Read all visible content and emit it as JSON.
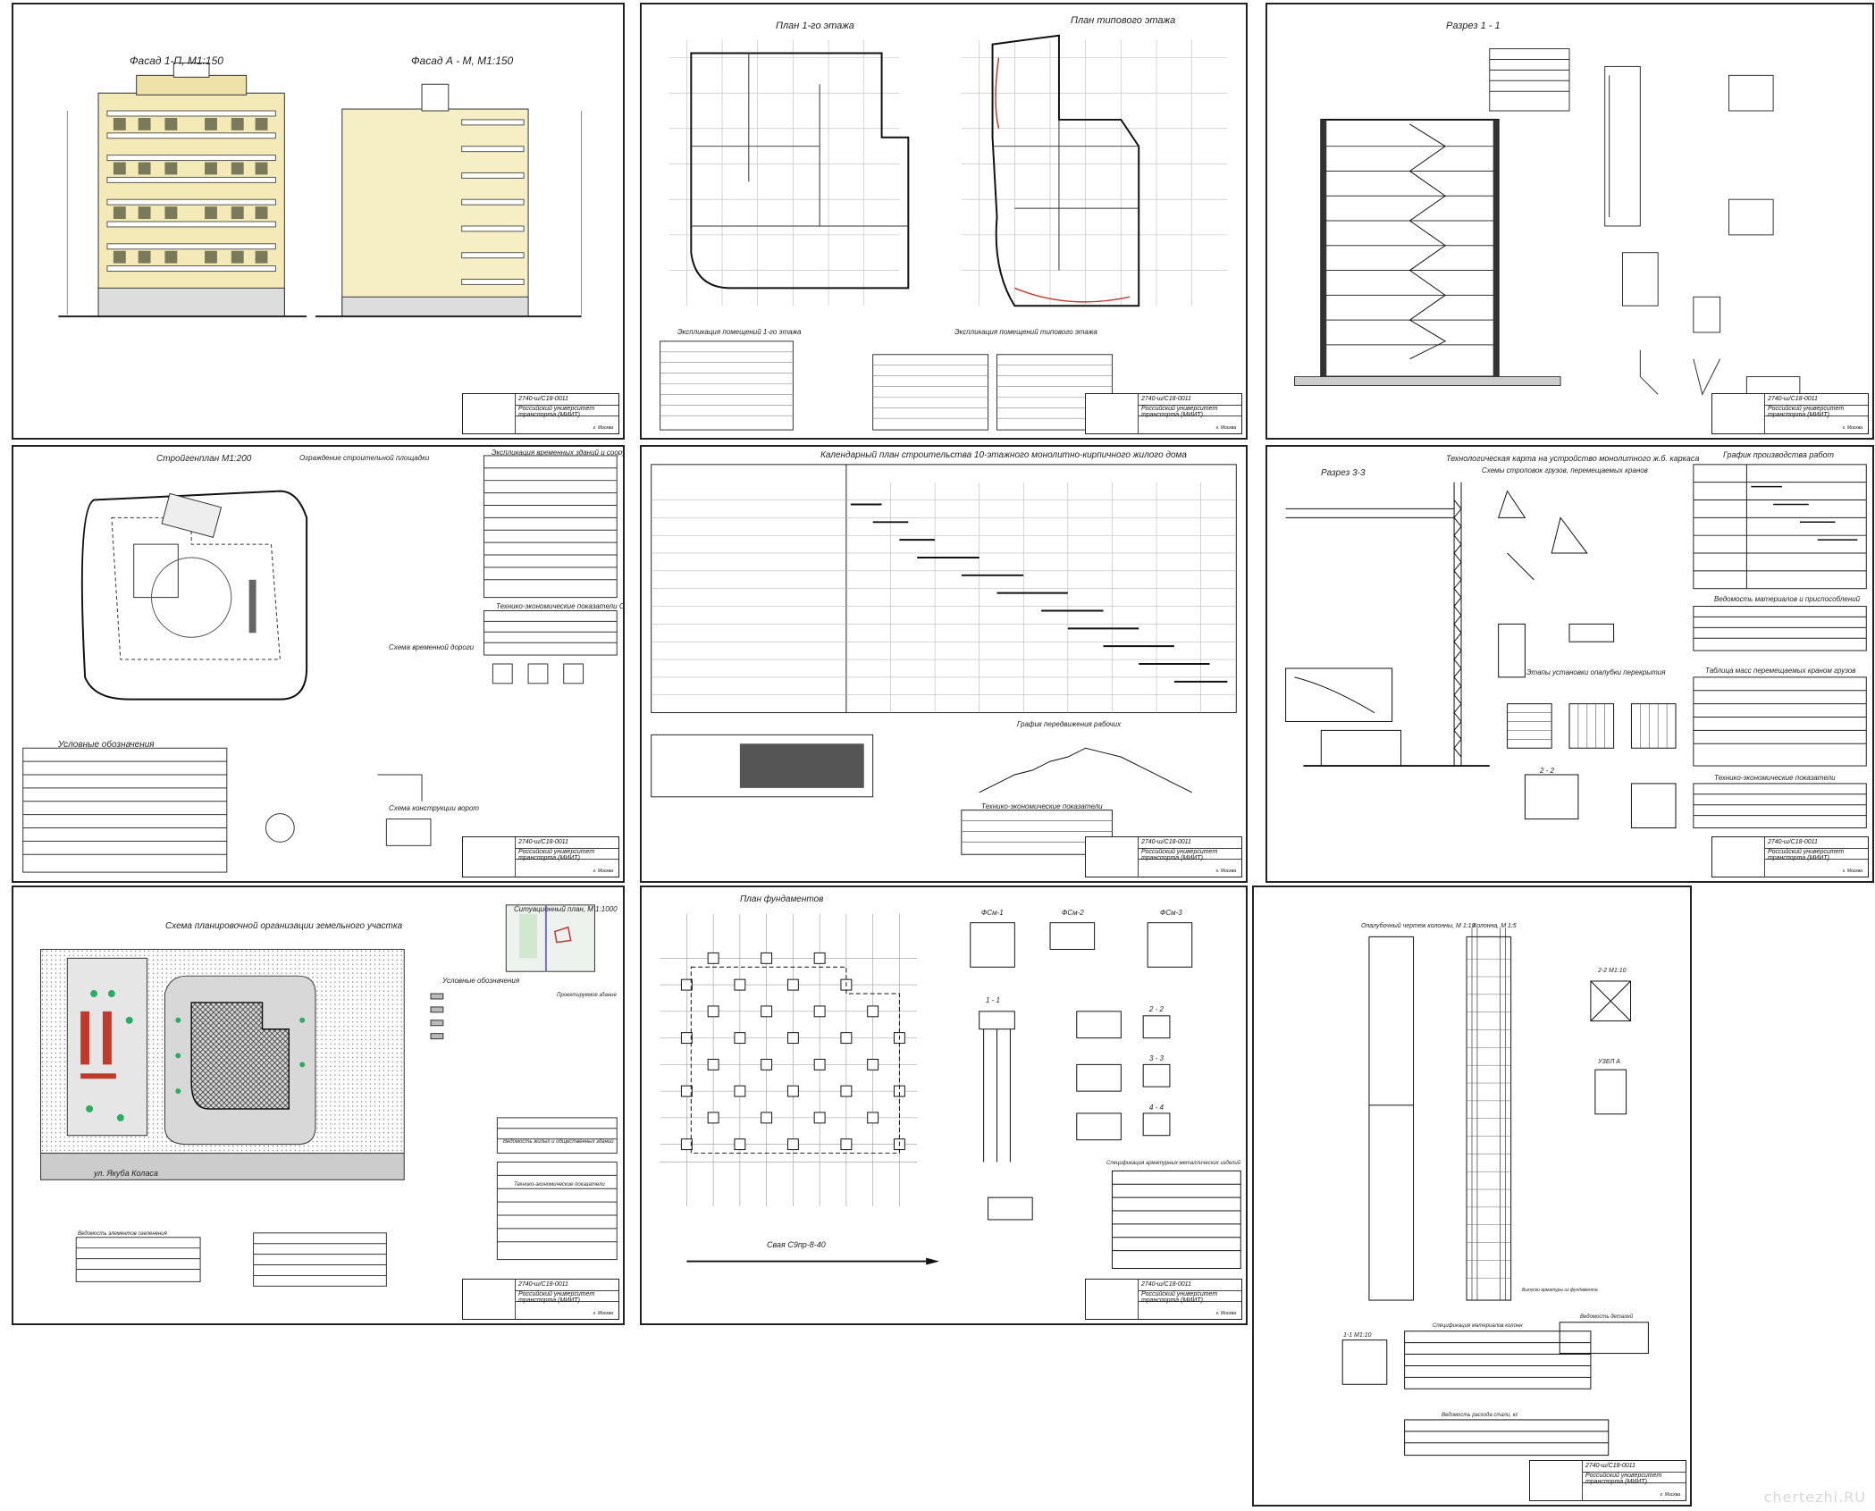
{
  "watermark": "chertezhi.RU",
  "stamp": {
    "code": "2740-ш/С18-0011",
    "org": "Российский университет транспорта (МИИТ)",
    "city": "г. Москва"
  },
  "sheets": [
    {
      "id": "facades",
      "labels": [
        "Фасад 1-П, М1:150",
        "Фасад А - М, М1:150"
      ]
    },
    {
      "id": "plans",
      "labels": [
        "План 1-го этажа",
        "План типового этажа",
        "Экспликация помещений 1-го этажа",
        "Экспликация помещений типового этажа"
      ]
    },
    {
      "id": "section",
      "labels": [
        "Разрез 1 - 1"
      ]
    },
    {
      "id": "stroygenplan",
      "labels": [
        "Стройгенплан М1:200",
        "Экспликация временных зданий и сооружений",
        "Технико-экономические показатели СГП",
        "Условные обозначения",
        "Ограждение строительной площадки",
        "Схема временной дороги",
        "Схема конструкции ворот"
      ]
    },
    {
      "id": "calendar",
      "labels": [
        "Календарный план строительства 10-этажного монолитно-кирпичного жилого дома",
        "График передвижения рабочих",
        "Технико-экономические показатели"
      ]
    },
    {
      "id": "techcard",
      "labels": [
        "Технологическая карта на устройство монолитного ж.б. каркаса",
        "Разрез 3-3",
        "Схемы строповок грузов, перемещаемых кранов",
        "Этапы установки опалубки перекрытия",
        "График производства работ",
        "Ведомость материалов и приспособлений",
        "Таблица масс перемещаемых краном грузов",
        "Технико-экономические показатели",
        "2 - 2"
      ]
    },
    {
      "id": "siteplan",
      "labels": [
        "Схема планировочной организации земельного участка",
        "Ситуационный план, М 1:1000",
        "Условные обозначения",
        "ул. Якуба Коласа",
        "Ведомость жилых и общественных зданий",
        "Технико-экономические показатели",
        "Ведомость элементов озеленения",
        "Проектируемое здание"
      ]
    },
    {
      "id": "foundations",
      "labels": [
        "План фундаментов",
        "ФСм-1",
        "ФСм-2",
        "ФСм-3",
        "Свая С9пр-8-40",
        "1 - 1",
        "2 - 2",
        "3 - 3",
        "4 - 4",
        "Спецификация арматурных металлических изделий"
      ]
    },
    {
      "id": "column",
      "labels": [
        "Опалубочный чертеж колонны, М 1:10",
        "Колонна, М 1:5",
        "2-2 М1:10",
        "1-1 М1:10",
        "УЗЕЛ А",
        "Спецификация материалов колонн",
        "Ведомость расхода стали, кг",
        "Ведомость деталей",
        "Выпуски арматуры из фундамента"
      ]
    }
  ]
}
